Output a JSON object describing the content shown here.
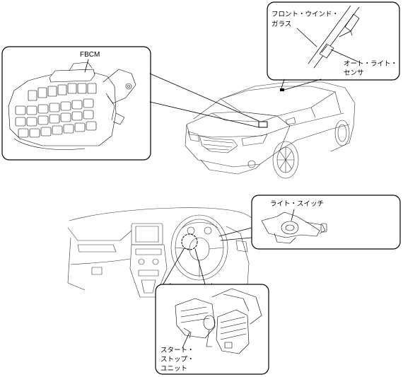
{
  "callouts": {
    "fbcm": "FBCM",
    "windshield_line1": "フロント・ウインド・",
    "windshield_line2": "ガラス",
    "auto_light_sensor_line1": "オート・ライト・",
    "auto_light_sensor_line2": "センサ",
    "light_switch": "ライト・スイッチ",
    "start_stop_line1": "スタート・",
    "start_stop_line2": "ストップ・",
    "start_stop_line3": "ユニット"
  }
}
